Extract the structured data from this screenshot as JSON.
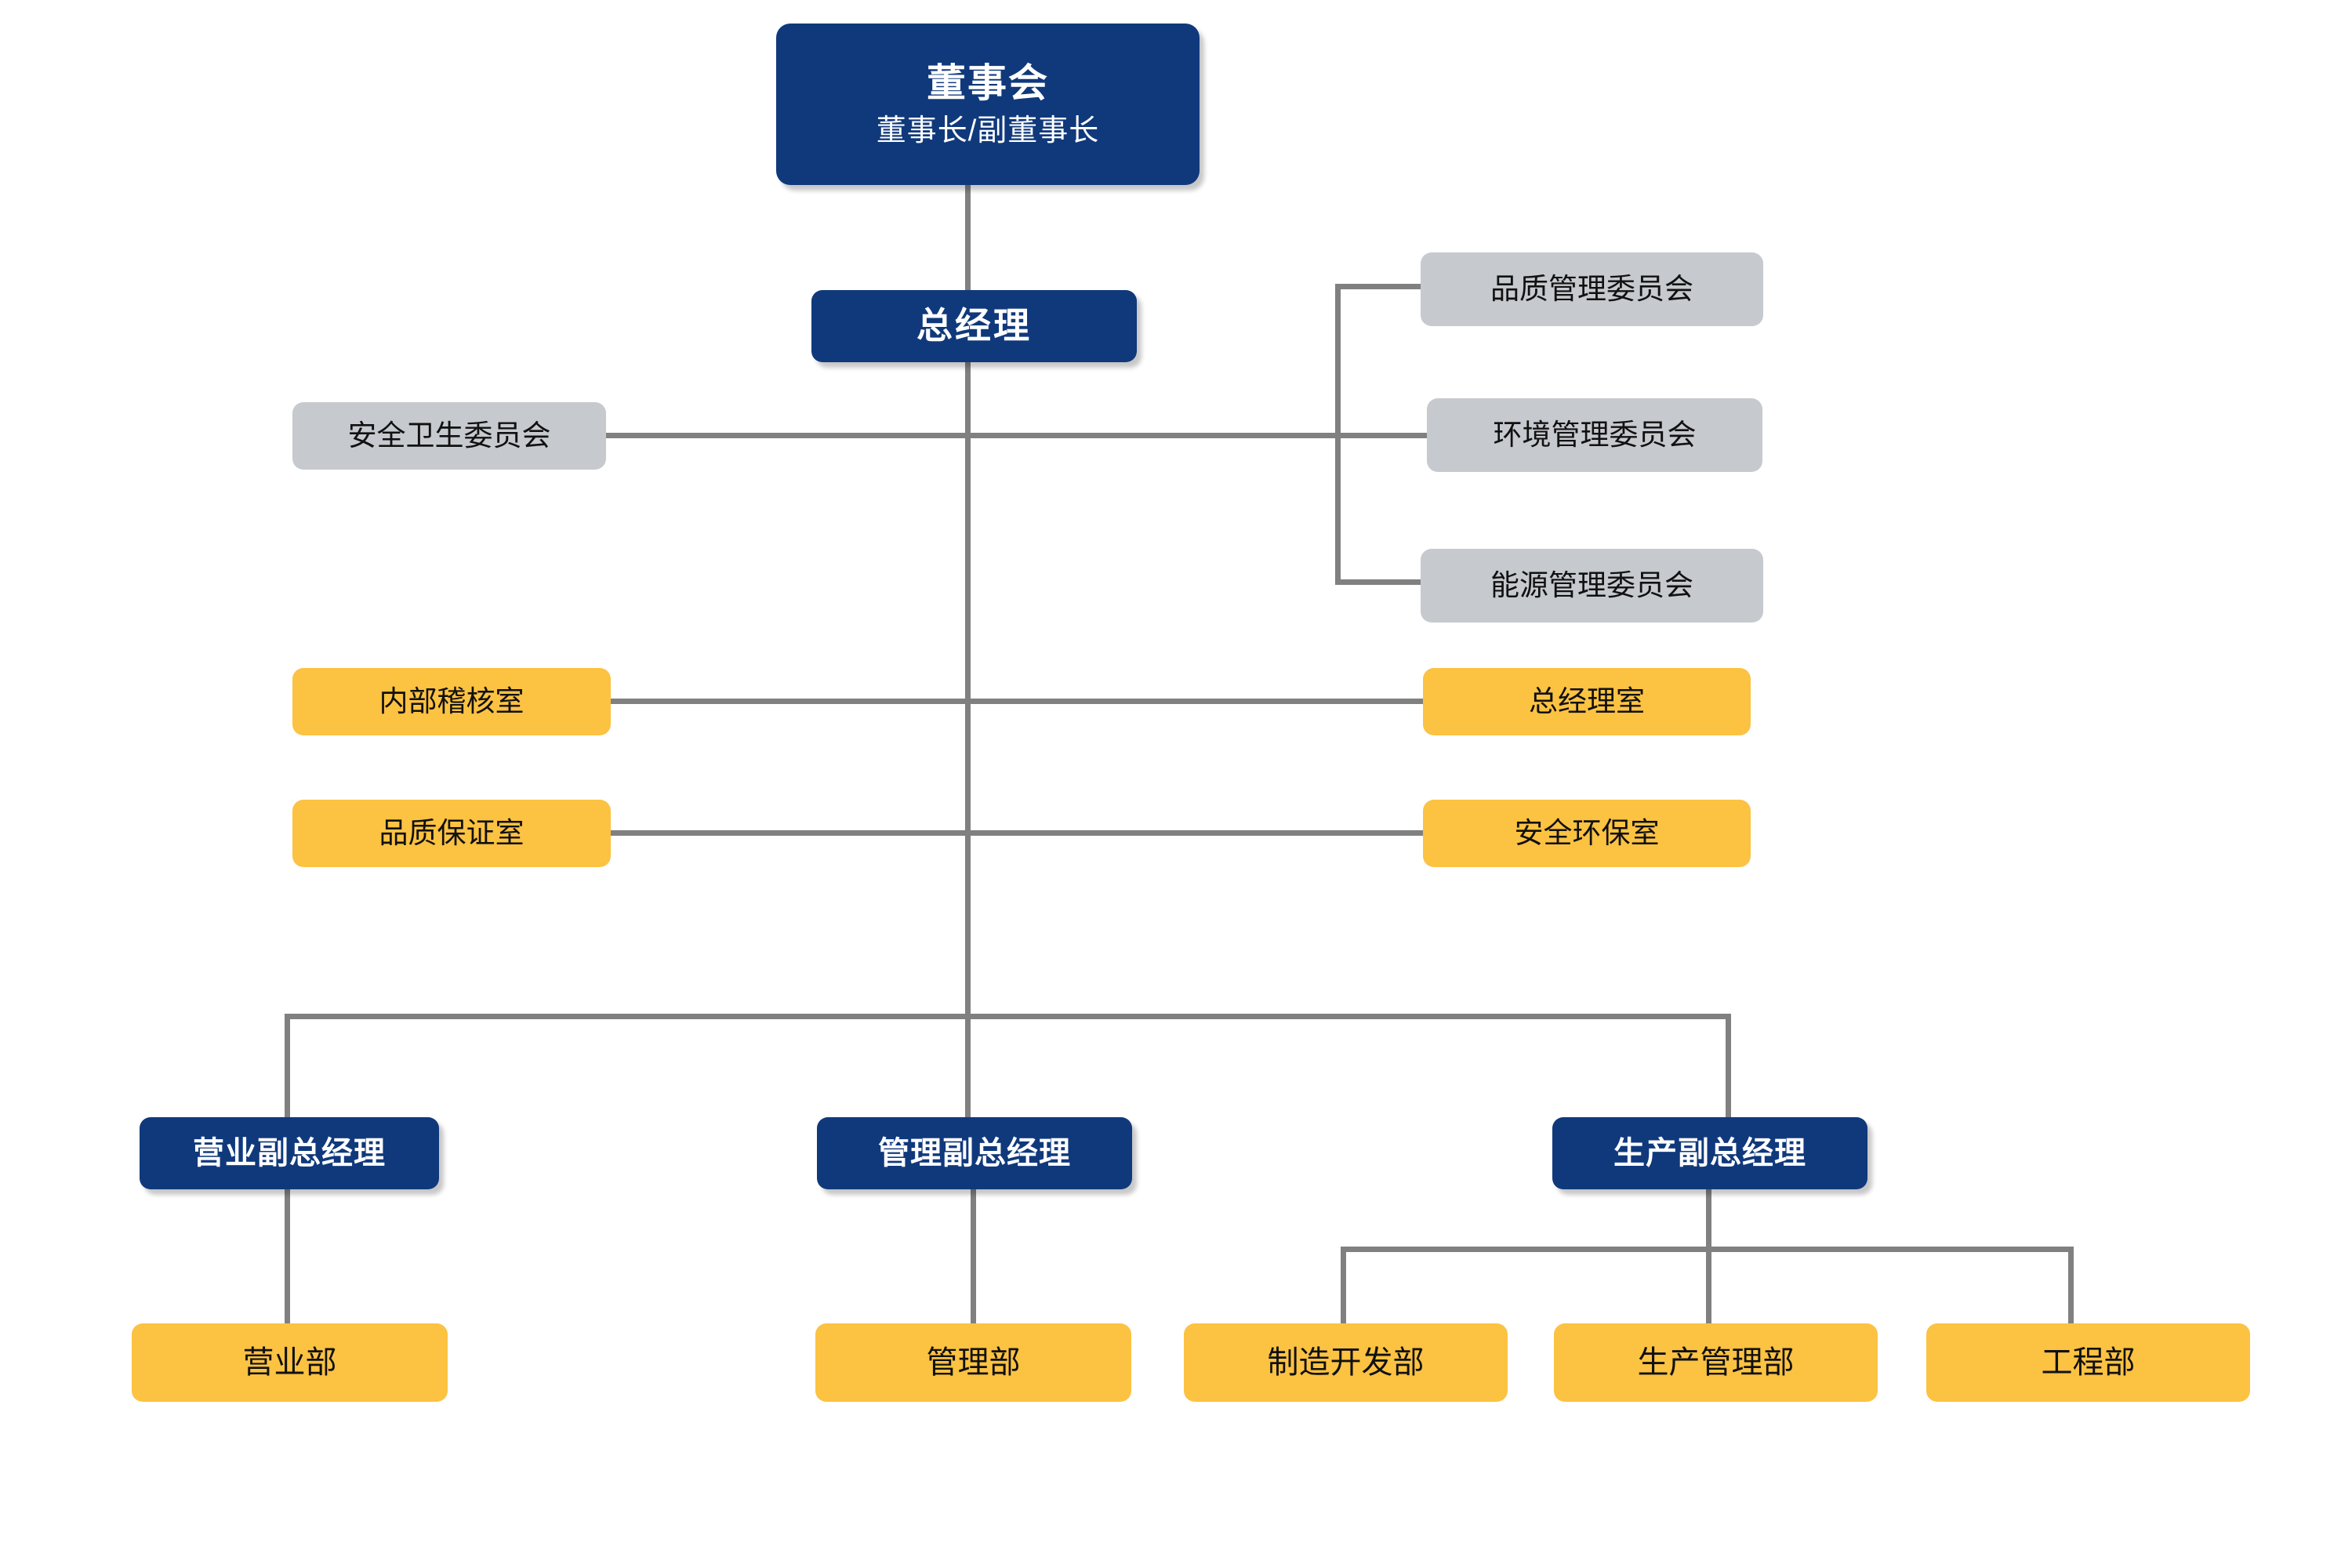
{
  "chart": {
    "type": "org-chart",
    "background_color": "#ffffff",
    "palette": {
      "navy": "#10397c",
      "gray": "#c6c9ce",
      "amber": "#fcc242",
      "connector": "#808080",
      "navy_text": "#ffffff",
      "dark_text": "#111111"
    }
  },
  "nodes": {
    "board": {
      "title": "董事会",
      "subtitle": "董事长/副董事长",
      "style": "navy",
      "level": 0
    },
    "general_manager": {
      "title": "总经理",
      "style": "navy",
      "level": 1
    },
    "safety_hygiene_committee": {
      "title": "安全卫生委员会",
      "style": "gray",
      "side": "left"
    },
    "quality_management_committee": {
      "title": "品质管理委员会",
      "style": "gray",
      "side": "right"
    },
    "environment_management_committee": {
      "title": "环境管理委员会",
      "style": "gray",
      "side": "right"
    },
    "energy_management_committee": {
      "title": "能源管理委员会",
      "style": "gray",
      "side": "right"
    },
    "internal_audit_office": {
      "title": "内部稽核室",
      "style": "amber",
      "side": "left"
    },
    "general_manager_office": {
      "title": "总经理室",
      "style": "amber",
      "side": "right"
    },
    "quality_assurance_office": {
      "title": "品质保证室",
      "style": "amber",
      "side": "left"
    },
    "safety_environment_office": {
      "title": "安全环保室",
      "style": "amber",
      "side": "right"
    },
    "vp_sales": {
      "title": "营业副总经理",
      "style": "navy",
      "level": 2
    },
    "vp_administration": {
      "title": "管理副总经理",
      "style": "navy",
      "level": 2
    },
    "vp_production": {
      "title": "生产副总经理",
      "style": "navy",
      "level": 2
    },
    "dept_sales": {
      "title": "营业部",
      "style": "amber",
      "level": 3,
      "parent": "vp_sales"
    },
    "dept_administration": {
      "title": "管理部",
      "style": "amber",
      "level": 3,
      "parent": "vp_administration"
    },
    "dept_manufacturing_development": {
      "title": "制造开发部",
      "style": "amber",
      "level": 3,
      "parent": "vp_production"
    },
    "dept_production_management": {
      "title": "生产管理部",
      "style": "amber",
      "level": 3,
      "parent": "vp_production"
    },
    "dept_engineering": {
      "title": "工程部",
      "style": "amber",
      "level": 3,
      "parent": "vp_production"
    }
  }
}
